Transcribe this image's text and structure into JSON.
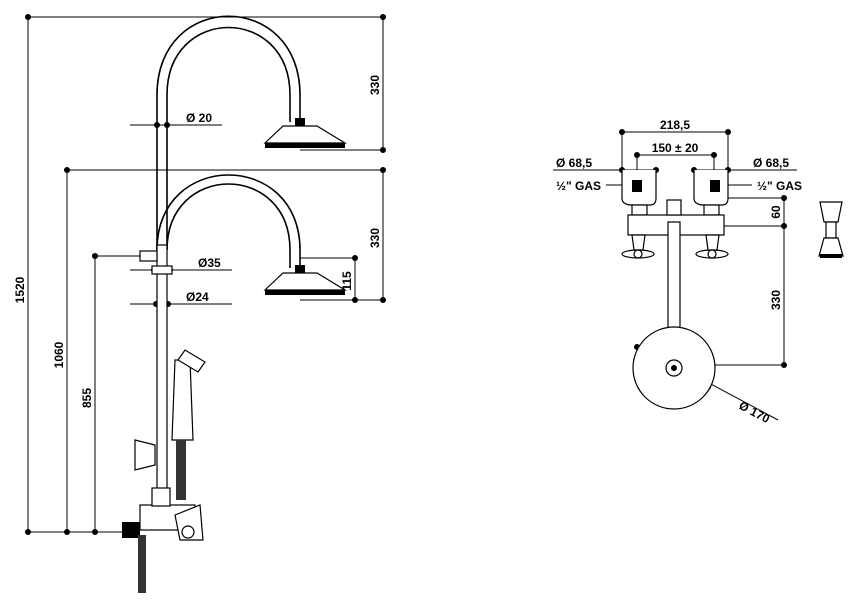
{
  "drawing": {
    "left_view": {
      "total_height": "1520",
      "mid_height": "1060",
      "handset_height": "855",
      "upper_arch_drop": "330",
      "lower_arch_drop": "330",
      "head_offset": "115",
      "dia_upper_pipe": "Ø 20",
      "dia_collar": "Ø35",
      "dia_lower_pipe": "Ø24"
    },
    "right_view": {
      "overall_width": "218,5",
      "center_distance": "150 ± 20",
      "dia_left_flange": "Ø 68,5",
      "dia_right_flange": "Ø 68,5",
      "left_connection": "½\" GAS",
      "right_connection": "½\" GAS",
      "body_offset": "60",
      "pipe_length": "330",
      "dia_wall_flange": "Ø 170"
    }
  }
}
